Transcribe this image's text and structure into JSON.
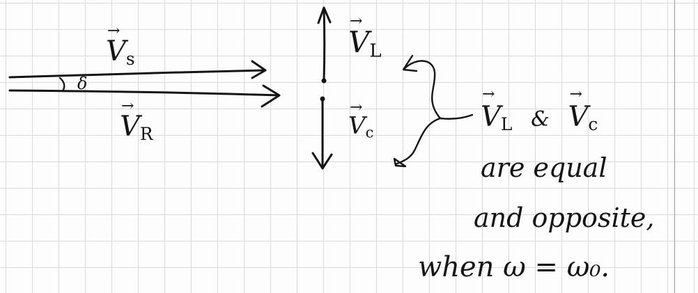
{
  "phasors": {
    "vs": {
      "symbol": "V",
      "subscript": "s"
    },
    "vr": {
      "symbol": "V",
      "subscript": "R"
    },
    "vl": {
      "symbol": "V",
      "subscript": "L"
    },
    "vc": {
      "symbol": "V",
      "subscript": "c"
    },
    "angle": "δ"
  },
  "annotation": {
    "pair_left": {
      "symbol": "V",
      "subscript": "L"
    },
    "pair_connector": "&",
    "pair_right": {
      "symbol": "V",
      "subscript": "c"
    },
    "line2": "are equal",
    "line3": "and opposite,",
    "line4": "when ω = ω₀."
  }
}
